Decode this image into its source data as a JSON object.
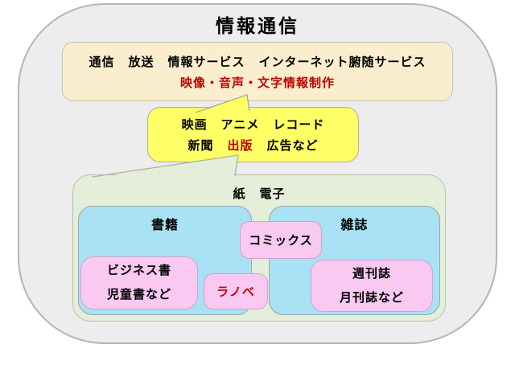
{
  "diagram": {
    "title": "情報通信",
    "telecom_box": {
      "items": [
        "通信",
        "放送",
        "情報サービス",
        "インターネット腑随サービス"
      ],
      "production_line": "映像・音声・文字情報制作"
    },
    "media_box": {
      "items": [
        "映画",
        "アニメ",
        "レコード"
      ],
      "line2": [
        {
          "text": "新聞",
          "emphasis": false
        },
        {
          "text": "出版",
          "emphasis": true
        },
        {
          "text": "広告など",
          "emphasis": false
        }
      ]
    },
    "publishing_section": {
      "formats": [
        "紙",
        "電子"
      ],
      "books": {
        "label": "書籍",
        "sub": [
          "ビジネス書",
          "児童書など"
        ]
      },
      "comics": {
        "label": "コミックス"
      },
      "light_novel": {
        "label": "ラノベ"
      },
      "magazines": {
        "label": "雑誌",
        "sub": [
          "週刊誌",
          "月刊誌など"
        ]
      }
    },
    "colors": {
      "outer_bg": "#ededee",
      "telecom_bg": "#fbeecf",
      "media_bg": "#ffff66",
      "publishing_bg": "#e4eed8",
      "category_bg": "#a8e2f4",
      "item_bg": "#f9c9f1",
      "accent_red": "#c00000"
    }
  }
}
